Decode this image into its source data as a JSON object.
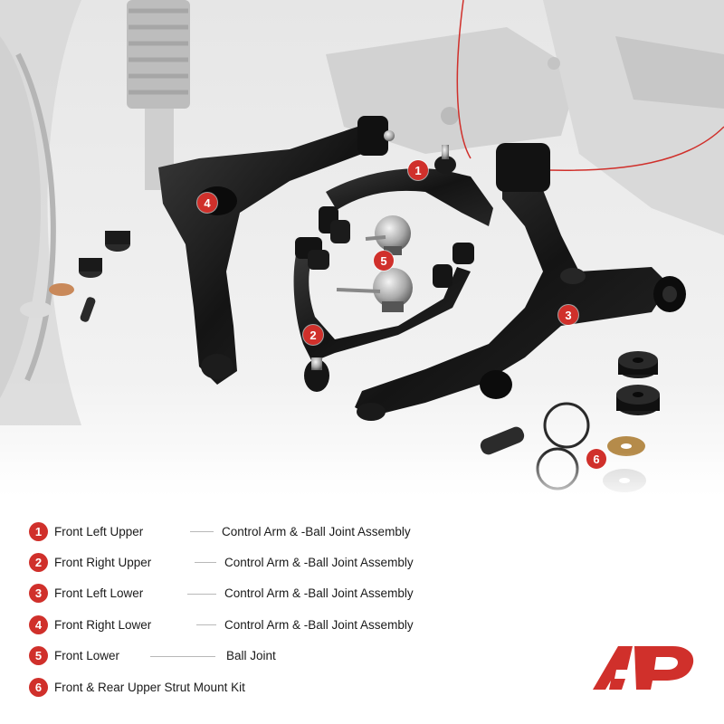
{
  "callouts": [
    "1",
    "2",
    "3",
    "4",
    "5",
    "6"
  ],
  "legend": [
    {
      "num": "1",
      "part": "Front Left Upper",
      "desc": "Control Arm & -Ball Joint Assembly"
    },
    {
      "num": "2",
      "part": "Front Right Upper",
      "desc": "Control Arm & -Ball Joint Assembly"
    },
    {
      "num": "3",
      "part": "Front Left Lower",
      "desc": "Control Arm & -Ball Joint Assembly"
    },
    {
      "num": "4",
      "part": "Front Right Lower",
      "desc": "Control Arm & -Ball Joint Assembly"
    },
    {
      "num": "5",
      "part": "Front Lower",
      "desc": "Ball Joint"
    },
    {
      "num": "6",
      "part": "Front & Rear Upper Strut Mount Kit",
      "desc": ""
    }
  ],
  "colors": {
    "accent": "#d0302b",
    "text": "#1a1a1a",
    "part": "#161616"
  },
  "logo_icon": "brand-logo-icon"
}
